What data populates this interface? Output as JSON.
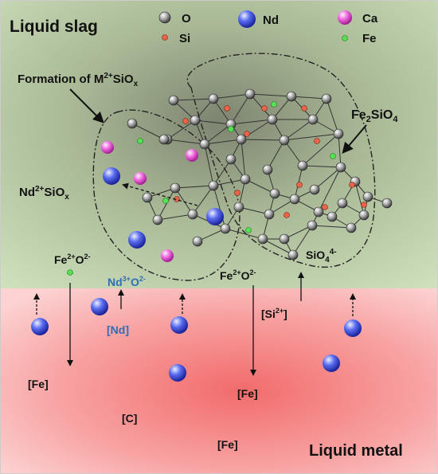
{
  "regions": {
    "top": "Liquid slag",
    "bottom": "Liquid metal"
  },
  "legend": [
    {
      "symbol": "O",
      "icon": "grey-sphere",
      "color": "#9a9a9a"
    },
    {
      "symbol": "Nd",
      "icon": "blue-sphere",
      "color": "#3b4fd8"
    },
    {
      "symbol": "Ca",
      "icon": "magenta-sphere",
      "color": "#e94fd4"
    },
    {
      "symbol": "Si",
      "icon": "red-dot",
      "color": "#e0503a"
    },
    {
      "symbol": "Fe",
      "icon": "green-dot",
      "color": "#3cd23c"
    }
  ],
  "annotations": {
    "formation_prefix": "Formation of M",
    "formation_sup": "2+",
    "formation_suffix": "SiO",
    "formation_sub": "x",
    "fe2sio4_a": "Fe",
    "fe2sio4_sub1": "2",
    "fe2sio4_b": "SiO",
    "fe2sio4_sub2": "4",
    "nd_sio_a": "Nd",
    "nd_sio_sup": "2+",
    "nd_sio_b": "SiO",
    "nd_sio_sub": "x",
    "sio4_a": "SiO",
    "sio4_sub": "4",
    "sio4_sup": "4-"
  },
  "species": {
    "fe_o_left_a": "Fe",
    "fe_o_left_sup1": "2+",
    "fe_o_left_b": "O",
    "fe_o_left_sup2": "2-",
    "nd_o_a": "Nd",
    "nd_o_sup1": "3+",
    "nd_o_b": "O",
    "nd_o_sup2": "2-",
    "fe_o_mid_a": "Fe",
    "fe_o_mid_sup1": "2+",
    "fe_o_mid_b": "O",
    "fe_o_mid_sup2": "2-",
    "nd_metal": "[Nd]",
    "si_a": "[Si",
    "si_sup": "2+",
    "si_b": "]",
    "fe_left": "[Fe]",
    "fe_mid": "[Fe]",
    "fe_bottom": "[Fe]",
    "carbon": "[C]"
  }
}
